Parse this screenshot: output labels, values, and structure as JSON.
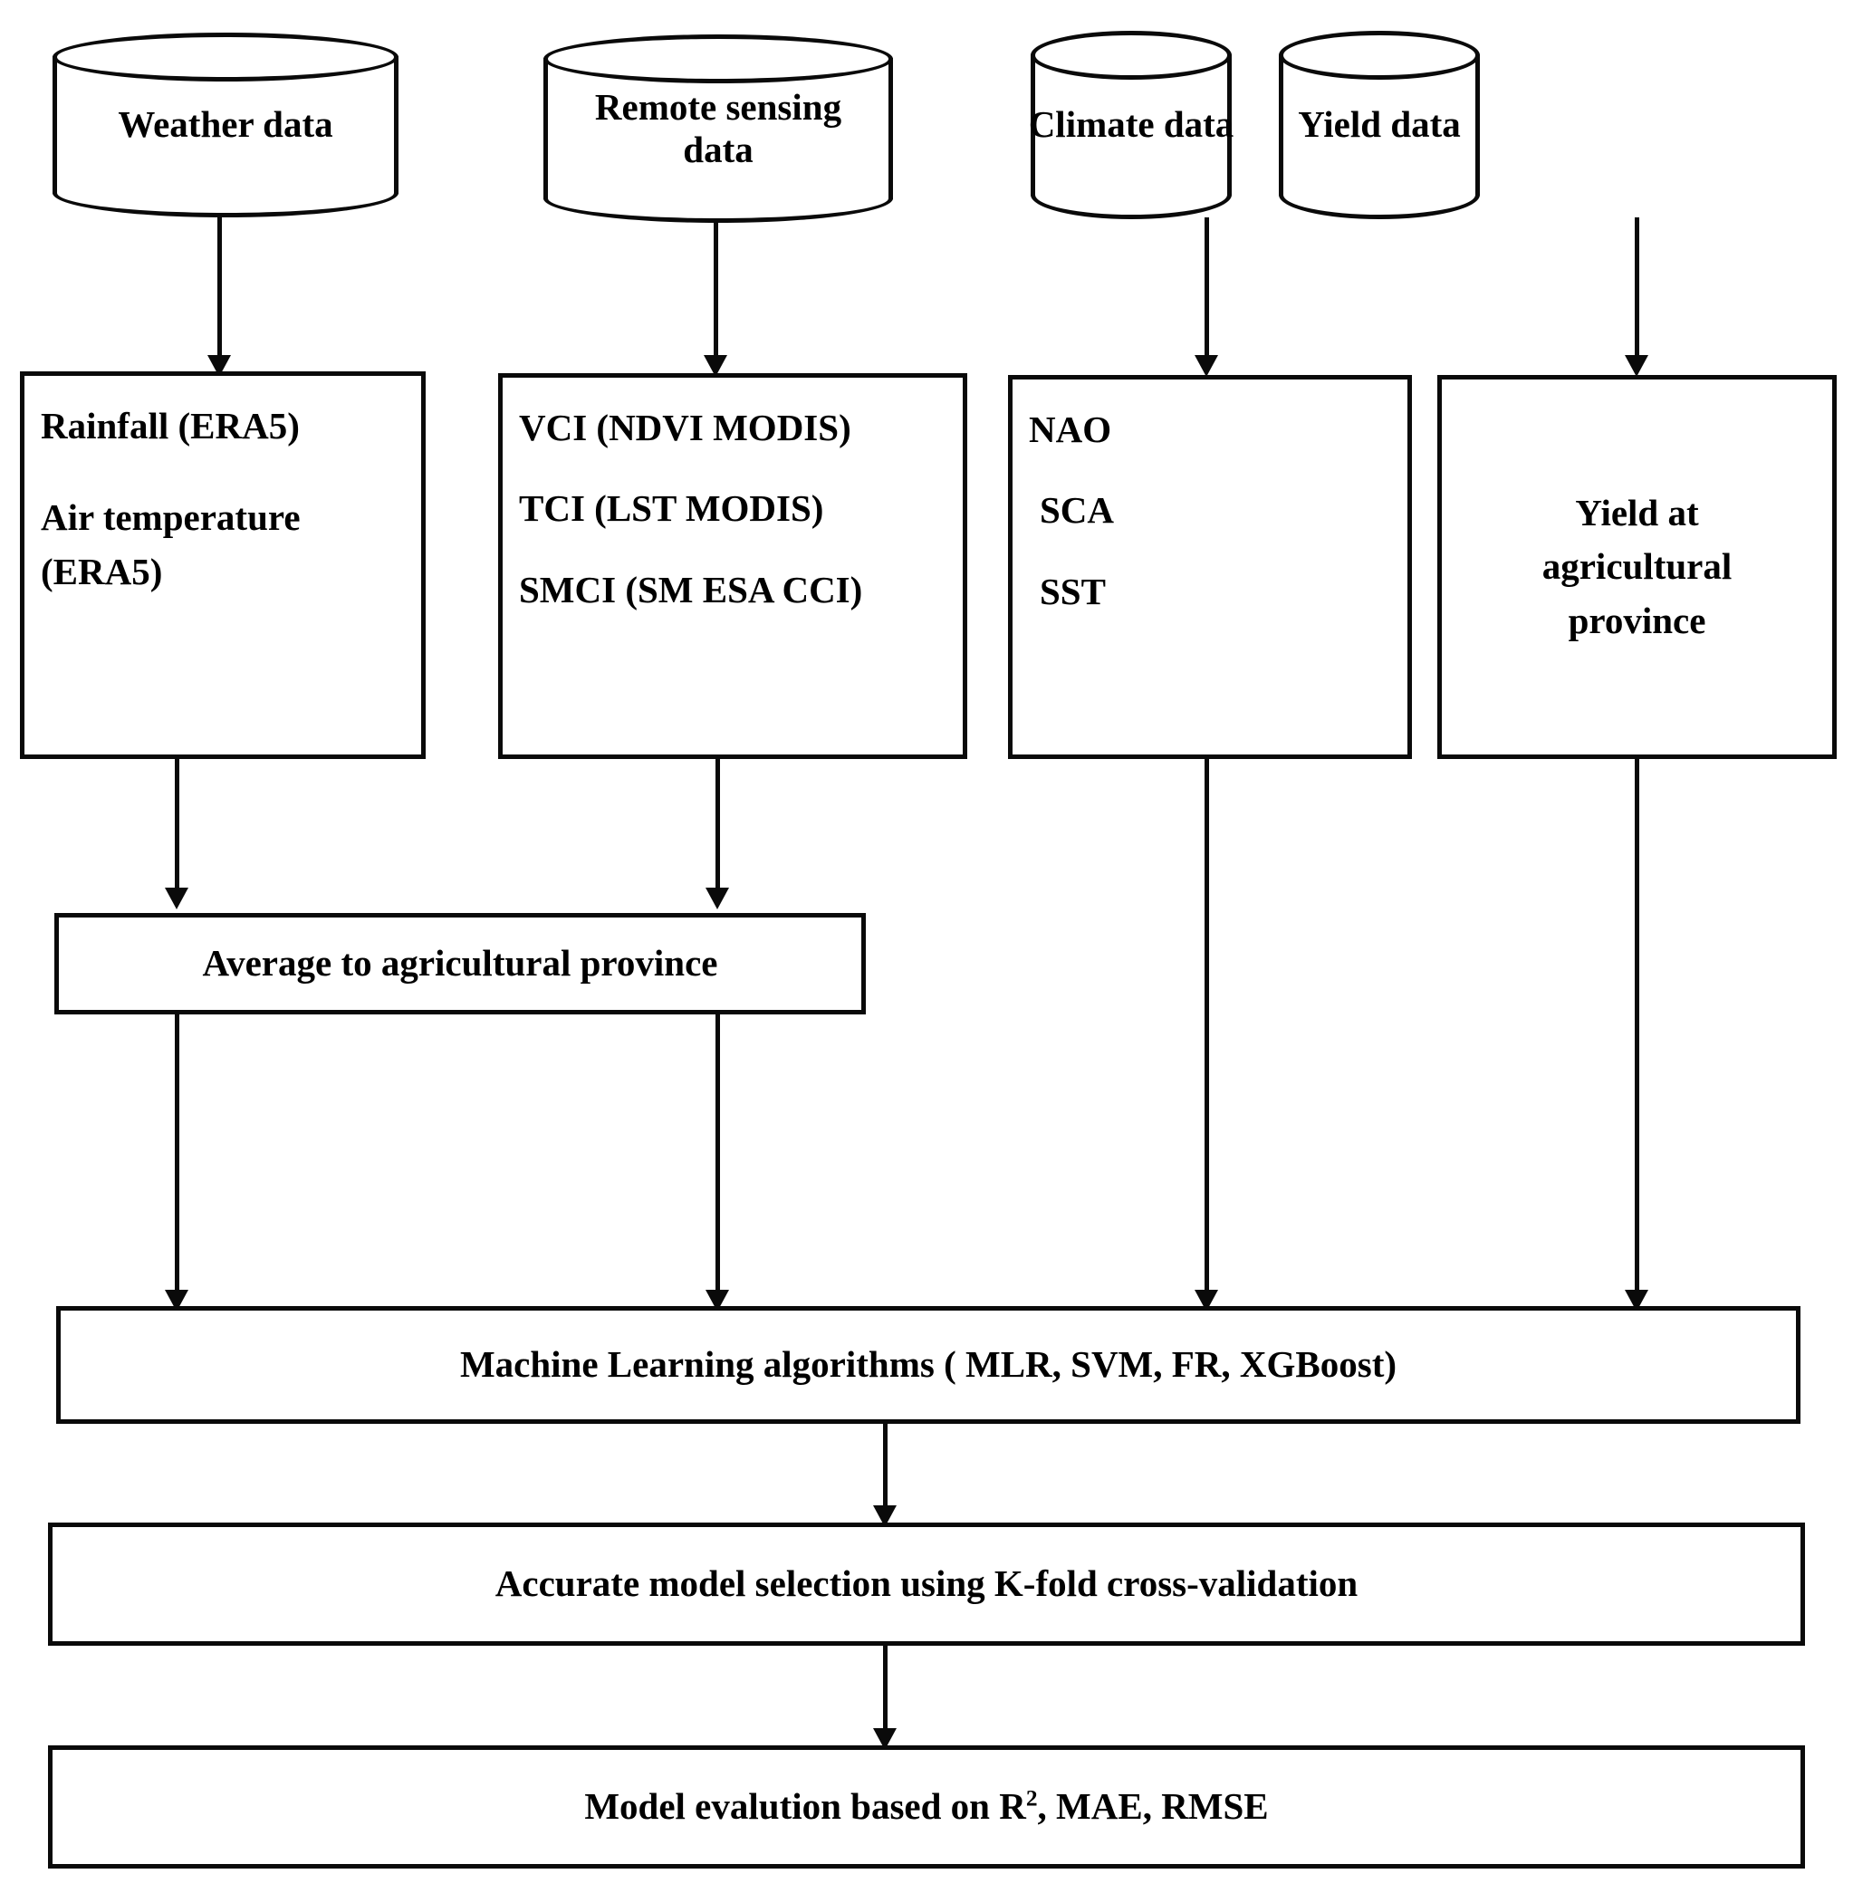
{
  "diagram": {
    "title": "Crop yield prediction methodology flowchart",
    "colors": {
      "stroke": "#0a0a0a",
      "background": "#ffffff",
      "text": "#000000"
    },
    "sources": [
      {
        "id": "weather",
        "label": "Weather data"
      },
      {
        "id": "remote_sensing",
        "label": "Remote sensing data"
      },
      {
        "id": "climate",
        "label": "Climate data"
      },
      {
        "id": "yield",
        "label": "Yield data"
      }
    ],
    "variable_boxes": [
      {
        "id": "weather_vars",
        "lines": [
          "Rainfall (ERA5)",
          "Air temperature",
          "(ERA5)"
        ]
      },
      {
        "id": "remote_sensing_vars",
        "lines": [
          "VCI (NDVI MODIS)",
          "TCI (LST MODIS)",
          "SMCI (SM ESA CCI)"
        ]
      },
      {
        "id": "climate_vars",
        "lines": [
          "NAO",
          "SCA",
          "SST"
        ]
      },
      {
        "id": "yield_vars",
        "lines": [
          "Yield at",
          "agricultural",
          "province"
        ]
      }
    ],
    "process_steps": [
      {
        "id": "average",
        "label": "Average to agricultural province"
      },
      {
        "id": "ml",
        "label": "Machine Learning algorithms ( MLR, SVM, FR, XGBoost)"
      },
      {
        "id": "selection",
        "label": "Accurate model selection using K-fold cross-validation"
      },
      {
        "id": "evaluation_prefix",
        "label": "Model evalution based on R"
      },
      {
        "id": "evaluation_sup",
        "label": "2"
      },
      {
        "id": "evaluation_suffix",
        "label": ", MAE, RMSE"
      }
    ]
  }
}
